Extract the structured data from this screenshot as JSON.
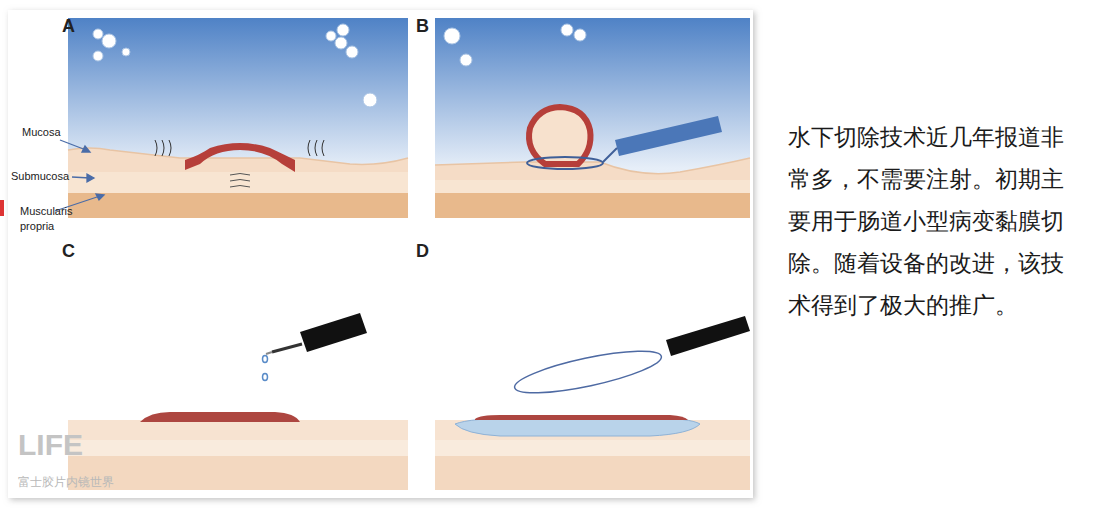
{
  "diagram": {
    "labels": [
      "A",
      "B",
      "C",
      "D",
      "Mucosa",
      "Submucosa",
      "Muscularis propria",
      "水下切除技术近几年报道非常多，不需要注射。初期主要用于肠道小型病变黏膜切除。随着设备的改进，该技术得到了极大的推广。",
      "LIFE",
      "富士胶片内镜世界"
    ]
  }
}
